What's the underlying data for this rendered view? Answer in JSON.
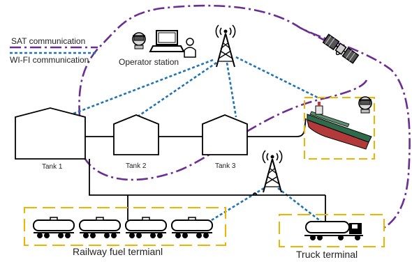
{
  "legend": {
    "sat_label": "SAT communication",
    "wifi_label": "WI-FI communication"
  },
  "labels": {
    "operator_station": "Operator station",
    "tank1": "Tank 1",
    "tank2": "Tank 2",
    "tank3": "Tank 3",
    "railway": "Railway fuel termianl",
    "truck": "Truck terminal"
  },
  "colors": {
    "sat_line": "#6a2d91",
    "wifi_line": "#1f73b7",
    "terminal_box": "#f0b400",
    "structure": "#000000",
    "ship_hull": "#2f6b4a",
    "ship_bottom": "#b23a3a"
  },
  "icons": {
    "satellite": "satellite-icon",
    "antenna": "antenna-tower-icon",
    "modem": "sat-modem-icon",
    "computer": "computer-icon",
    "operator": "person-icon",
    "ship": "tanker-ship-icon",
    "train": "rail-tank-car-icon",
    "truck": "tank-truck-icon"
  }
}
